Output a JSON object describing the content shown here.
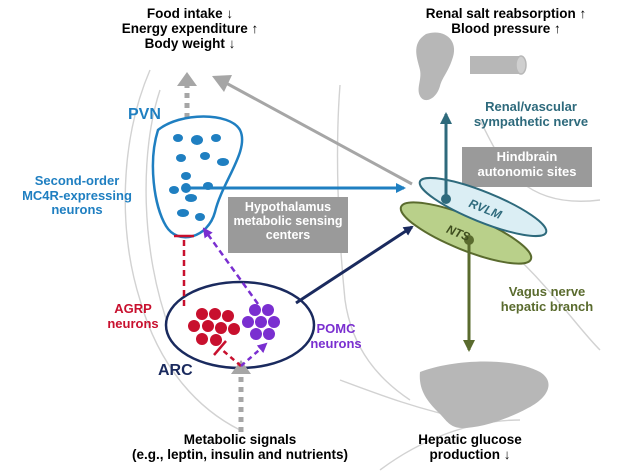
{
  "top_left_outcomes": [
    "Food intake ↓",
    "Energy expenditure ↑",
    "Body weight ↓"
  ],
  "top_right_outcomes": [
    "Renal salt reabsorption ↑",
    "Blood pressure ↑"
  ],
  "pvn": {
    "label": "PVN"
  },
  "second_order": [
    "Second-order",
    "MC4R-expressing",
    "neurons"
  ],
  "hypothalamus_box": [
    "Hypothalamus",
    "metabolic sensing",
    "centers"
  ],
  "hindbrain_box": [
    "Hindbrain",
    "autonomic sites"
  ],
  "renal_nerve": [
    "Renal/vascular",
    "sympathetic nerve"
  ],
  "rvlm": {
    "label": "RVLM"
  },
  "nts": {
    "label": "NTS"
  },
  "vagus": [
    "Vagus nerve",
    "hepatic branch"
  ],
  "agrp": [
    "AGRP",
    "neurons"
  ],
  "pomc": [
    "POMC",
    "neurons"
  ],
  "arc": {
    "label": "ARC"
  },
  "metabolic_signals": [
    "Metabolic signals",
    "(e.g., leptin, insulin and nutrients)"
  ],
  "hepatic_output": [
    "Hepatic glucose",
    "production ↓"
  ],
  "colors": {
    "pvn_blue": "#1f7fc1",
    "agrp_red": "#c8102e",
    "pomc_purple": "#7a2fd0",
    "navy": "#1a2a5e",
    "teal": "#2e6a7c",
    "olive": "#5a6b2e",
    "nts_green": "#b9d08a",
    "rvlm_fill": "#dbeef4",
    "gray_box": "#9a9a9a",
    "organ_gray": "#b7b7b7"
  }
}
